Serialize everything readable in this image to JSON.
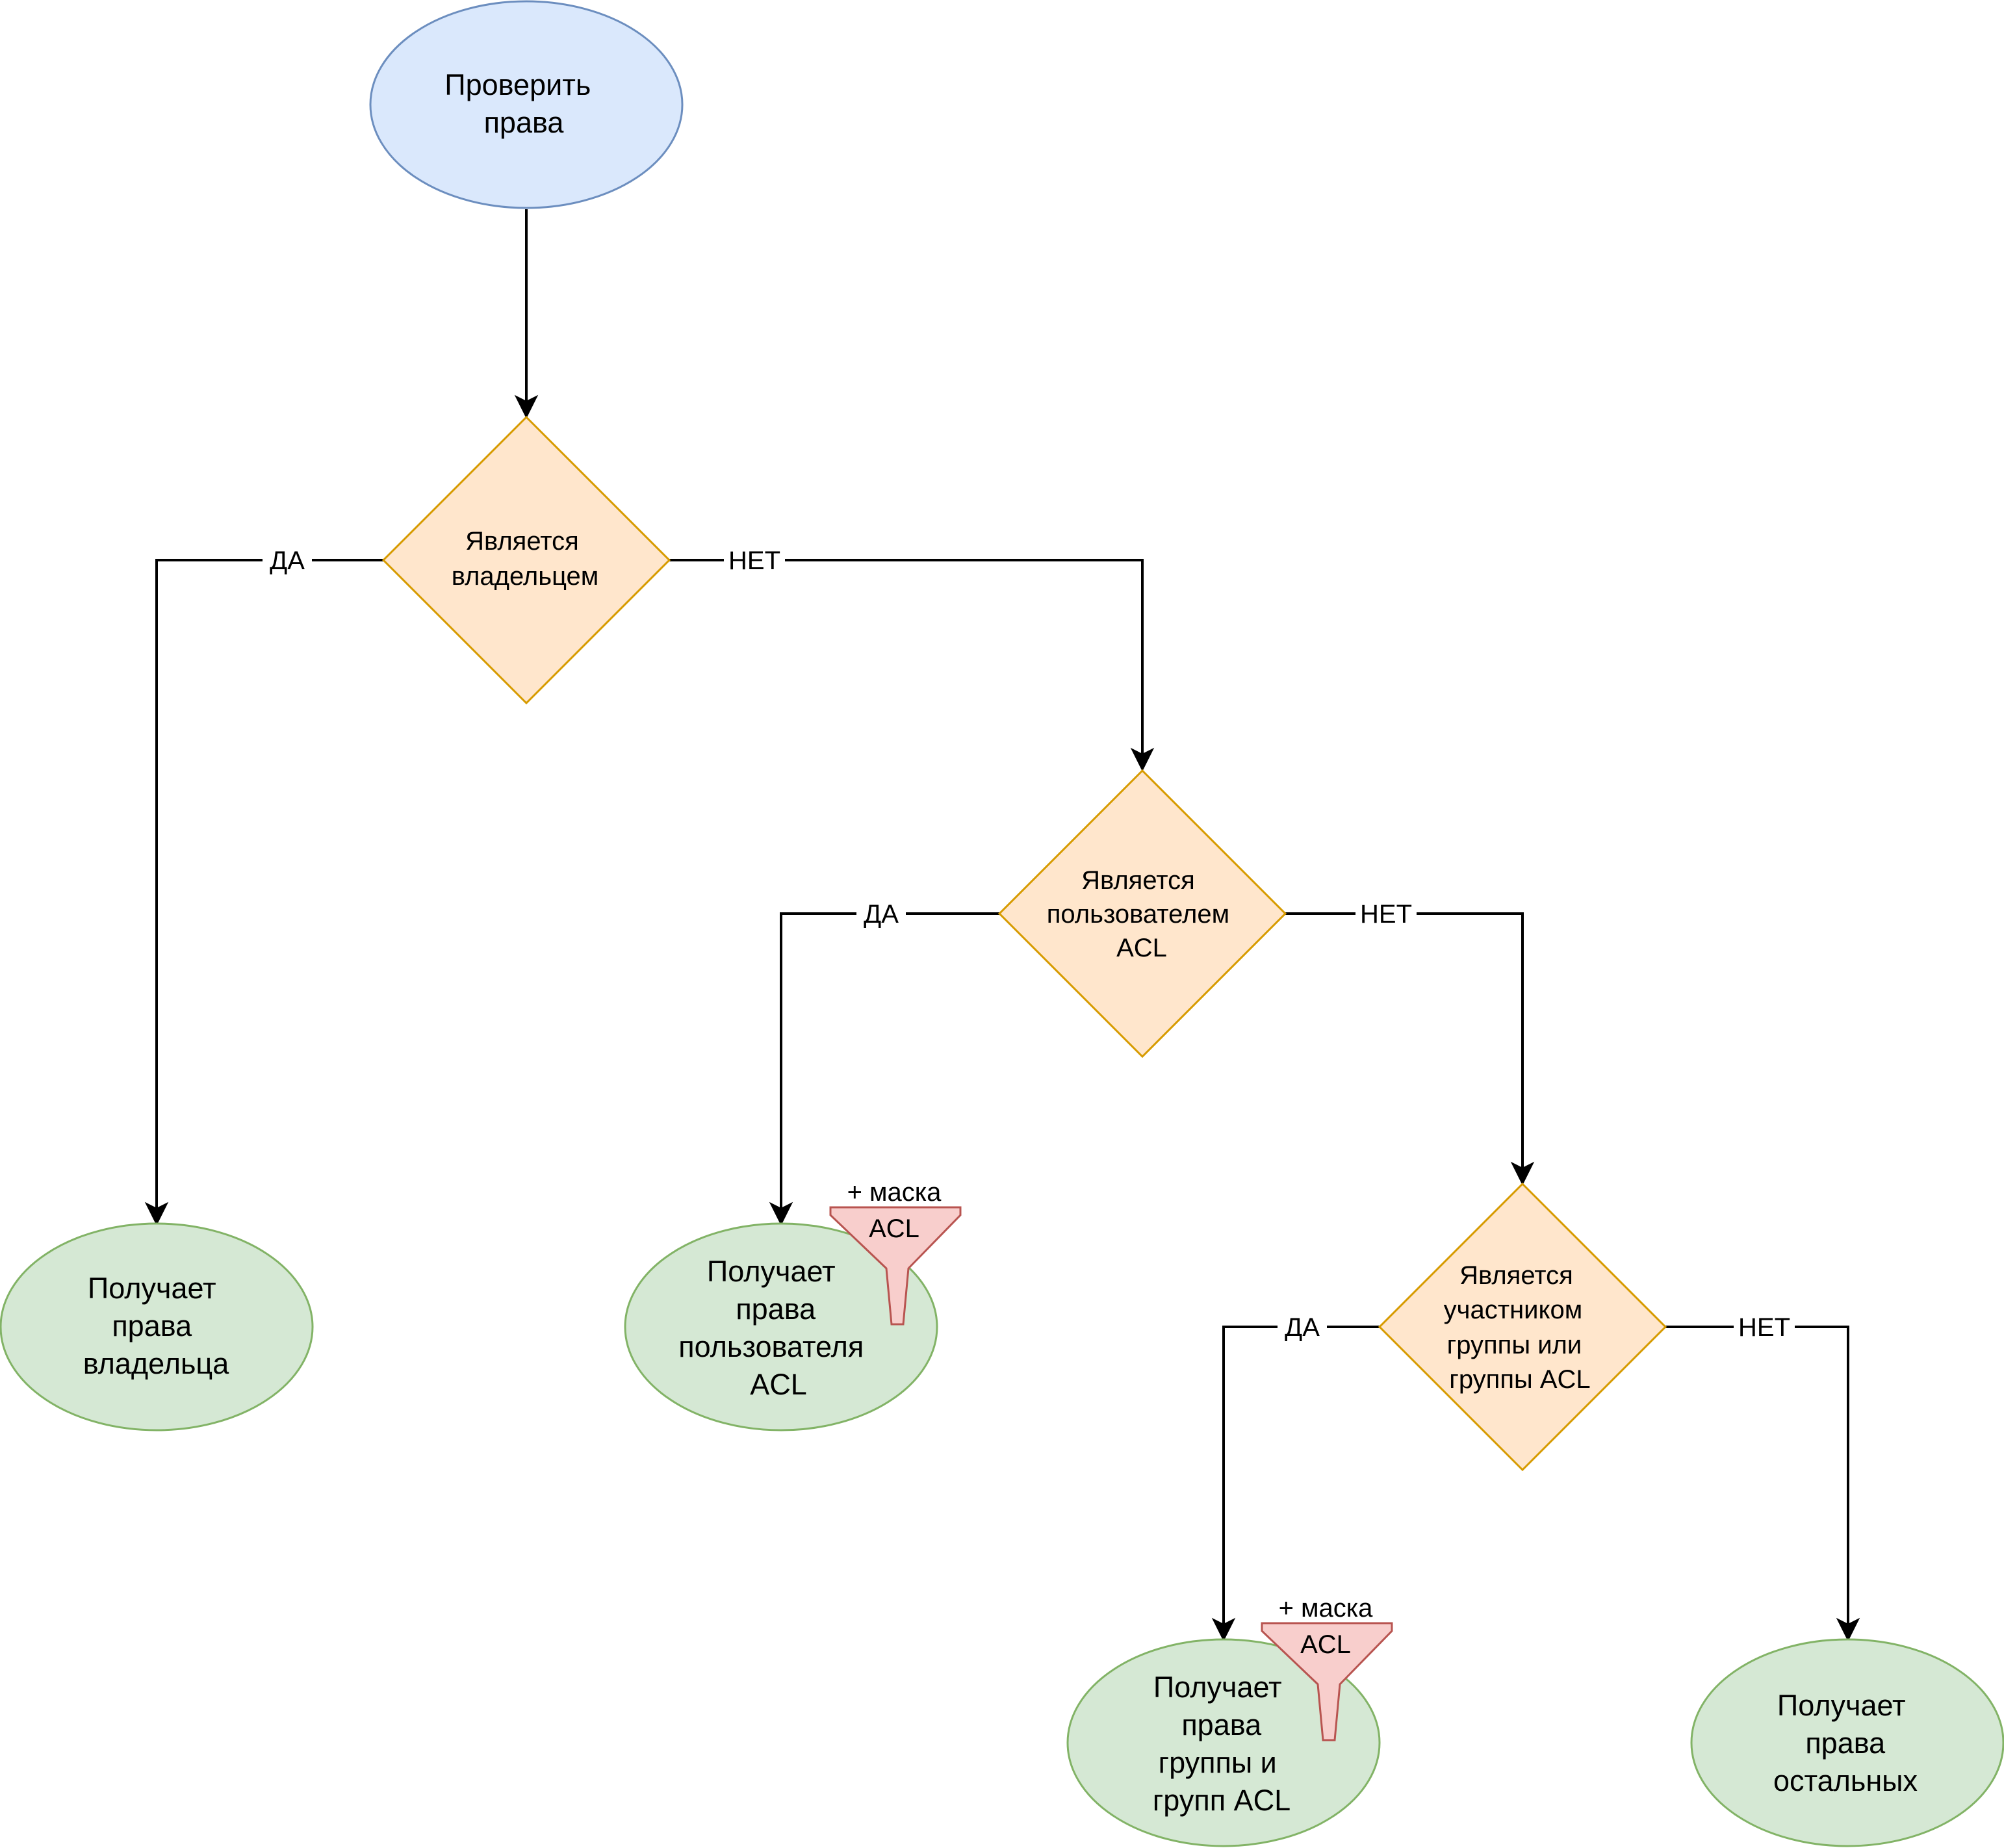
{
  "colors": {
    "start_fill": "#dae8fc",
    "start_stroke": "#6c8ebf",
    "decision_fill": "#ffe6cc",
    "decision_stroke": "#d79b00",
    "result_fill": "#d5e8d4",
    "result_stroke": "#82b366",
    "filter_fill": "#f8cecc",
    "filter_stroke": "#b85450",
    "edge": "#000000"
  },
  "nodes": {
    "start": {
      "line1": "Проверить",
      "line2": "права"
    },
    "owner_check": {
      "line1": "Является",
      "line2": "владельцем"
    },
    "acl_user_check": {
      "line1": "Является",
      "line2": "пользователем",
      "line3": "ACL"
    },
    "group_check": {
      "line1": "Является",
      "line2": "участником",
      "line3": "группы или",
      "line4": "группы ACL"
    },
    "result_owner": {
      "line1": "Получает",
      "line2": "права",
      "line3": "владельца"
    },
    "result_acl_user": {
      "line1": "Получает",
      "line2": "права",
      "line3": "пользователя",
      "line4": "ACL"
    },
    "result_group": {
      "line1": "Получает",
      "line2": "права",
      "line3": "группы и",
      "line4": "групп ACL"
    },
    "result_others": {
      "line1": "Получает",
      "line2": "права",
      "line3": "остальных"
    }
  },
  "edges": {
    "owner_yes": "ДА",
    "owner_no": "НЕТ",
    "acl_user_yes": "ДА",
    "acl_user_no": "НЕТ",
    "group_yes": "ДА",
    "group_no": "НЕТ"
  },
  "filters": {
    "acl_user_mask": {
      "caption": "+ маска",
      "label": "ACL"
    },
    "group_mask": {
      "caption": "+ маска",
      "label": "ACL"
    }
  }
}
